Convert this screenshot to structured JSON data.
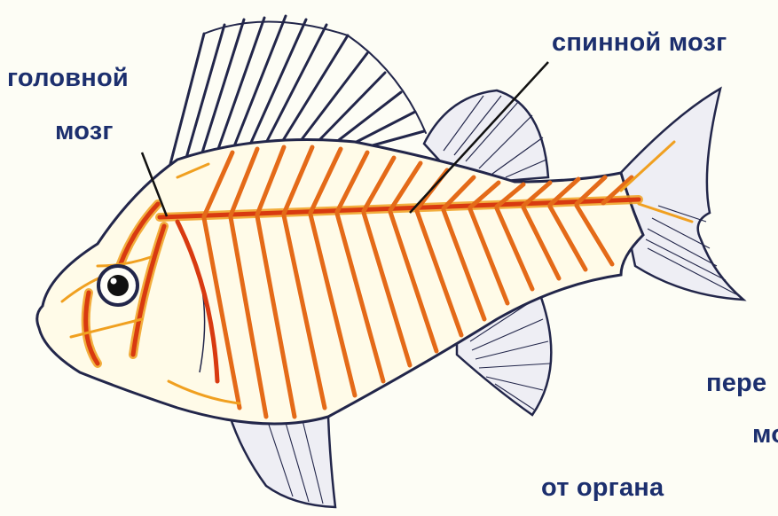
{
  "labels": {
    "brain_line1": "головной",
    "brain_line2": "мозг",
    "spinal_cord": "спинной мозг",
    "right_line1": "пере",
    "right_line2": "мо",
    "from_organ": "от органа"
  },
  "colors": {
    "background": "#fdfdf5",
    "label_text": "#1c2f6e",
    "nerve_orange": "#f0a020",
    "nerve_red": "#d83a10",
    "outline": "#22264a",
    "fin_fill": "#eeeef4",
    "body_fill": "#fffbe8"
  }
}
